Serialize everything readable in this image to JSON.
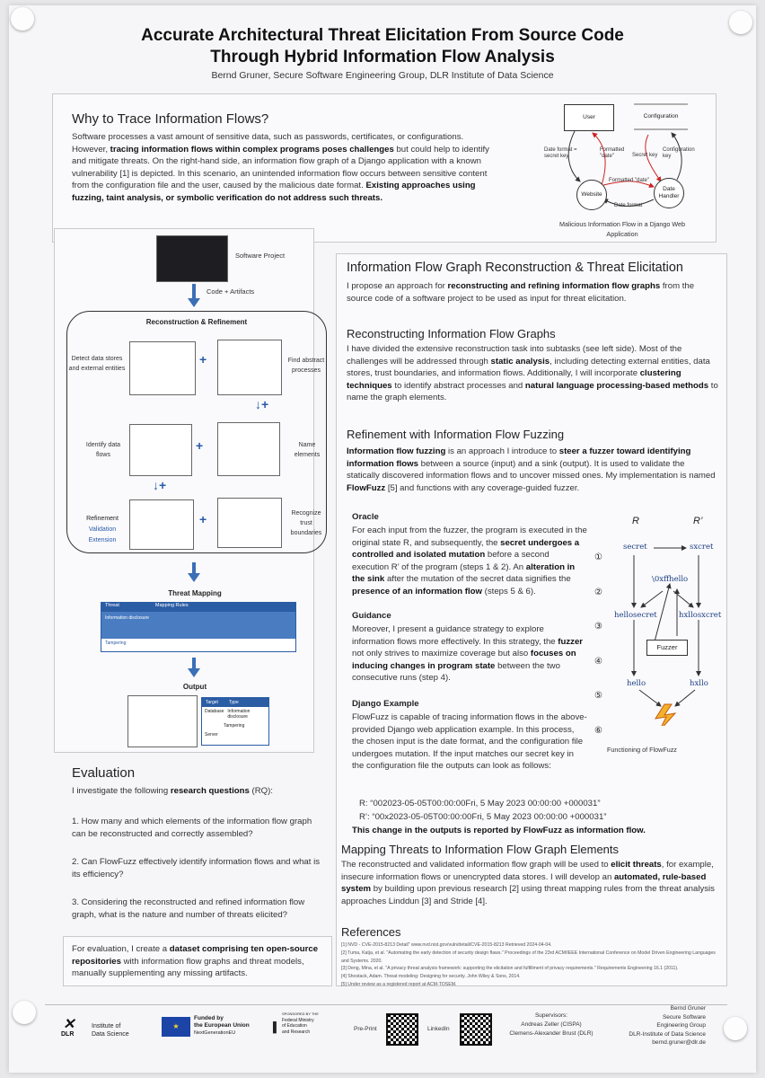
{
  "header": {
    "title_line1": "Accurate Architectural Threat Elicitation From Source Code",
    "title_line2": "Through Hybrid Information Flow Analysis",
    "author": "Bernd Gruner, Secure Software Engineering Group, DLR Institute of Data Science"
  },
  "why": {
    "heading": "Why to Trace Information Flows?",
    "p1": "Software processes a vast amount of sensitive data, such as passwords, certificates, or configurations. However,",
    "p1_bold": "tracing information flows within complex programs poses challenges",
    "p1_rest": "but could help to identify and mitigate threats. On the right-hand side, an information flow graph of a Django application with a known vulnerability [1] is depicted. In this scenario, an unintended information flow occurs between sensitive content from the configuration file and the user, caused by the malicious date format.",
    "p1_bold2": "Existing approaches using fuzzing, taint analysis, or symbolic verification do not address such threats."
  },
  "django_graph": {
    "user": "User",
    "configuration": "Configuration",
    "website": "Website",
    "date_handler": "Date Handler",
    "label_date_format_secret": "Date format = secret key",
    "label_formatted_date": "Formatted \"date\"",
    "label_secret_key": "Secret key",
    "label_config_key": "Configuration key",
    "label_formatted_date2": "Formatted \"date\"",
    "label_date_format": "Date format",
    "caption": "Malicious Information Flow in a Django Web Application"
  },
  "pipeline": {
    "software_project": "Software Project",
    "code_artifacts": "Code + Artifacts",
    "recon_title": "Reconstruction & Refinement",
    "detect": "Detect data stores and external entities",
    "find_abstract": "Find abstract processes",
    "identify_flows": "Identify data flows",
    "name_elements": "Name elements",
    "refinement": "Refinement",
    "validation": "Validation",
    "extension": "Extension",
    "recognize": "Recognize trust boundaries",
    "threat_mapping": "Threat Mapping",
    "tm_col1": "Threat",
    "tm_col2": "Mapping Rules",
    "tm_row1": "Information disclosure",
    "tm_row2": "Tampering",
    "output": "Output",
    "out_col1": "Target",
    "out_col2": "Type",
    "out_r1c1": "Database",
    "out_r1c2": "Information disclosure",
    "out_r2c2": "Tampering",
    "out_r3c1": "Server"
  },
  "main": {
    "heading": "Information Flow Graph Reconstruction & Threat Elicitation",
    "intro": "I propose an approach for",
    "intro_bold": "reconstructing and refining information flow graphs",
    "intro_rest": "from the source code of a software project to be used as input for threat elicitation.",
    "recon_heading": "Reconstructing Information Flow Graphs",
    "recon_p": "I have divided the extensive reconstruction task into subtasks (see left side). Most of the challenges will be addressed through",
    "recon_b1": "static analysis",
    "recon_p2": ", including detecting external entities, data stores, trust boundaries, and information flows. Additionally, I will incorporate",
    "recon_b2": "clustering techniques",
    "recon_p3": "to identify abstract processes and",
    "recon_b3": "natural language processing-based methods",
    "recon_p4": "to name the graph elements.",
    "fuzz_heading": "Refinement with Information Flow Fuzzing",
    "fuzz_b1": "Information flow fuzzing",
    "fuzz_p1": "is an approach I introduce to",
    "fuzz_b2": "steer a fuzzer toward identifying information flows",
    "fuzz_p2": "between a source (input) and a sink (output). It is used to validate the statically discovered information flows and to uncover missed ones. My implementation is named",
    "fuzz_b3": "FlowFuzz",
    "fuzz_p3": "[5] and functions with any coverage-guided fuzzer.",
    "oracle_heading": "Oracle",
    "oracle_p1": "For each input from the fuzzer, the program is executed in the original state R, and subsequently, the",
    "oracle_b1": "secret undergoes a controlled and isolated mutation",
    "oracle_p2": "before a second execution R’ of the program (steps 1 & 2). An",
    "oracle_b2": "alteration in the sink",
    "oracle_p3": "after the mutation of the secret data signifies the",
    "oracle_b3": "presence of an information flow",
    "oracle_p4": "(steps 5 & 6).",
    "guidance_heading": "Guidance",
    "guidance_p1": "Moreover, I present a guidance strategy to explore information flows more effectively. In this strategy, the",
    "guidance_b1": "fuzzer",
    "guidance_p2": "not only strives to maximize coverage but also",
    "guidance_b2": "focuses on inducing changes in program state",
    "guidance_p3": "between the two consecutive runs (step 4).",
    "django_heading": "Django Example",
    "django_p": "FlowFuzz is capable of tracing information flows in the above-provided Django web application example. In this process, the chosen input is the date format, and the configuration file undergoes mutation. If the input matches our secret key in the configuration file the outputs can look as follows:",
    "django_r": "R: “002023-05-05T00:00:00Fri, 5 May 2023 00:00:00 +000031”",
    "django_r2": "R’: “00x2023-05-05T00:00:00Fri, 5 May 2023 00:00:00 +000031”",
    "django_bold": "This change in the outputs is reported by FlowFuzz as information flow.",
    "map_heading": "Mapping Threats to Information Flow Graph Elements",
    "map_p1": "The reconstructed and validated information flow graph will be used to",
    "map_b1": "elicit threats",
    "map_p2": ", for example, insecure information flows or unencrypted data stores. I will develop an",
    "map_b2": "automated, rule-based system",
    "map_p3": "by building upon previous research [2] using threat mapping rules from the threat analysis approaches Linddun [3] and Stride [4].",
    "refs_heading": "References",
    "refs": [
      "[1]  NVD - CVE-2015-8213 Detail\" www.nvd.nist.gov/vuln/detail/CVE-2015-8213 Retrieved 2024-04-04.",
      "[2]  Tuma, Katja, et al. \"Automating the early detection of security design flaws.\" Proceedings of the 23rd ACM/IEEE International Conference on Model Driven Engineering Languages and Systems. 2020.",
      "[3]  Deng, Mina, et al. \"A privacy threat analysis framework: supporting the elicitation and fulfillment of privacy requirements.\" Requirements Engineering 16.1 (2011).",
      "[4]  Shostack, Adam. Threat modeling: Designing for security. John Wiley & Sons, 2014.",
      "[5]  Under review as a registered report at ACM-TOSEM."
    ]
  },
  "flowfuzz": {
    "R": "R",
    "R2": "R’",
    "steps": [
      "①",
      "②",
      "③",
      "④",
      "⑤",
      "⑥"
    ],
    "secret": "secret",
    "sxcret": "sxcret",
    "hello_input": "\\0xffhello",
    "hellosecret": "hellosecret",
    "hxllosxcret": "hxllosxcret",
    "fuzzer": "Fuzzer",
    "hello": "hello",
    "hxllo": "hxllo",
    "caption": "Functioning of FlowFuzz"
  },
  "evaluation": {
    "heading": "Evaluation",
    "intro": "I investigate the following",
    "intro_bold": "research questions",
    "intro_rest": "(RQ):",
    "rq1": "1. How many and which elements of the information flow graph can be reconstructed and correctly assembled?",
    "rq2": "2. Can FlowFuzz effectively identify information flows and what is its efficiency?",
    "rq3": "3. Considering the reconstructed and refined information flow graph, what is the nature and number of threats elicited?",
    "final_p1": "For evaluation, I create a",
    "final_b": "dataset comprising ten open-source repositories",
    "final_p2": "with information flow graphs and threat models, manually supplementing any missing artifacts."
  },
  "footer": {
    "dlr1": "Institute of",
    "dlr2": "Data Science",
    "dlr_logo": "DLR",
    "eu1": "Funded by",
    "eu2": "the European Union",
    "eu3": "NextGenerationEU",
    "bmbf0": "SPONSORED BY THE",
    "bmbf1": "Federal Ministry",
    "bmbf2": "of Education",
    "bmbf3": "and Research",
    "preprint": "Pre-Print",
    "linkedin": "LinkedIn",
    "sup_title": "Supervisors:",
    "sup1": "Andreas Zeller (CISPA)",
    "sup2": "Clemens-Alexander Brust (DLR)",
    "c1": "Bernd Gruner",
    "c2": "Secure Software",
    "c3": "Engineering Group",
    "c4": "DLR-Institute of Data Science",
    "c5": "bernd.gruner@dlr.de"
  }
}
